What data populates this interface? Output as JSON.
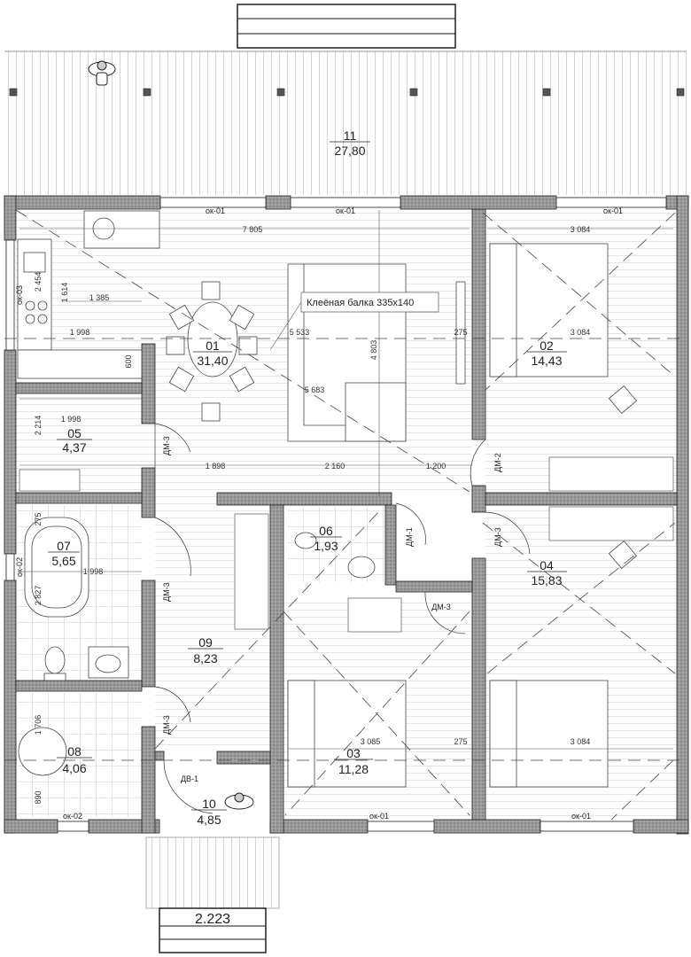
{
  "rooms": [
    {
      "num": "01",
      "area": "31,40"
    },
    {
      "num": "02",
      "area": "14,43"
    },
    {
      "num": "03",
      "area": "11,28"
    },
    {
      "num": "04",
      "area": "15,83"
    },
    {
      "num": "05",
      "area": "4,37"
    },
    {
      "num": "06",
      "area": "1,93"
    },
    {
      "num": "07",
      "area": "5,65"
    },
    {
      "num": "08",
      "area": "4,06"
    },
    {
      "num": "09",
      "area": "8,23"
    },
    {
      "num": "10",
      "area": "4,85"
    },
    {
      "num": "11",
      "area": "27,80"
    }
  ],
  "beam_label": "Клеёная балка 335х140",
  "level_label": "2.223",
  "windows": {
    "ok01": "ок-01",
    "ok02": "ок-02",
    "ok03": "ок-03"
  },
  "doors": {
    "dm1": "ДМ-1",
    "dm2": "ДМ-2",
    "dm3": "ДМ-3",
    "dv1": "ДВ-1"
  },
  "dims": {
    "d7805": "7 805",
    "d3084": "3 084",
    "d3085": "3 085",
    "d2454": "2 454",
    "d1614": "1 614",
    "d1385": "1 385",
    "d1998": "1 998",
    "d5533": "5 533",
    "d4803": "4 803",
    "d275": "275",
    "d600": "600",
    "d5683": "5 683",
    "d2214": "2 214",
    "d1898": "1 898",
    "d2160": "2 160",
    "d1200": "1 200",
    "d2827": "2 827",
    "d1706": "1 706",
    "d890": "890"
  }
}
